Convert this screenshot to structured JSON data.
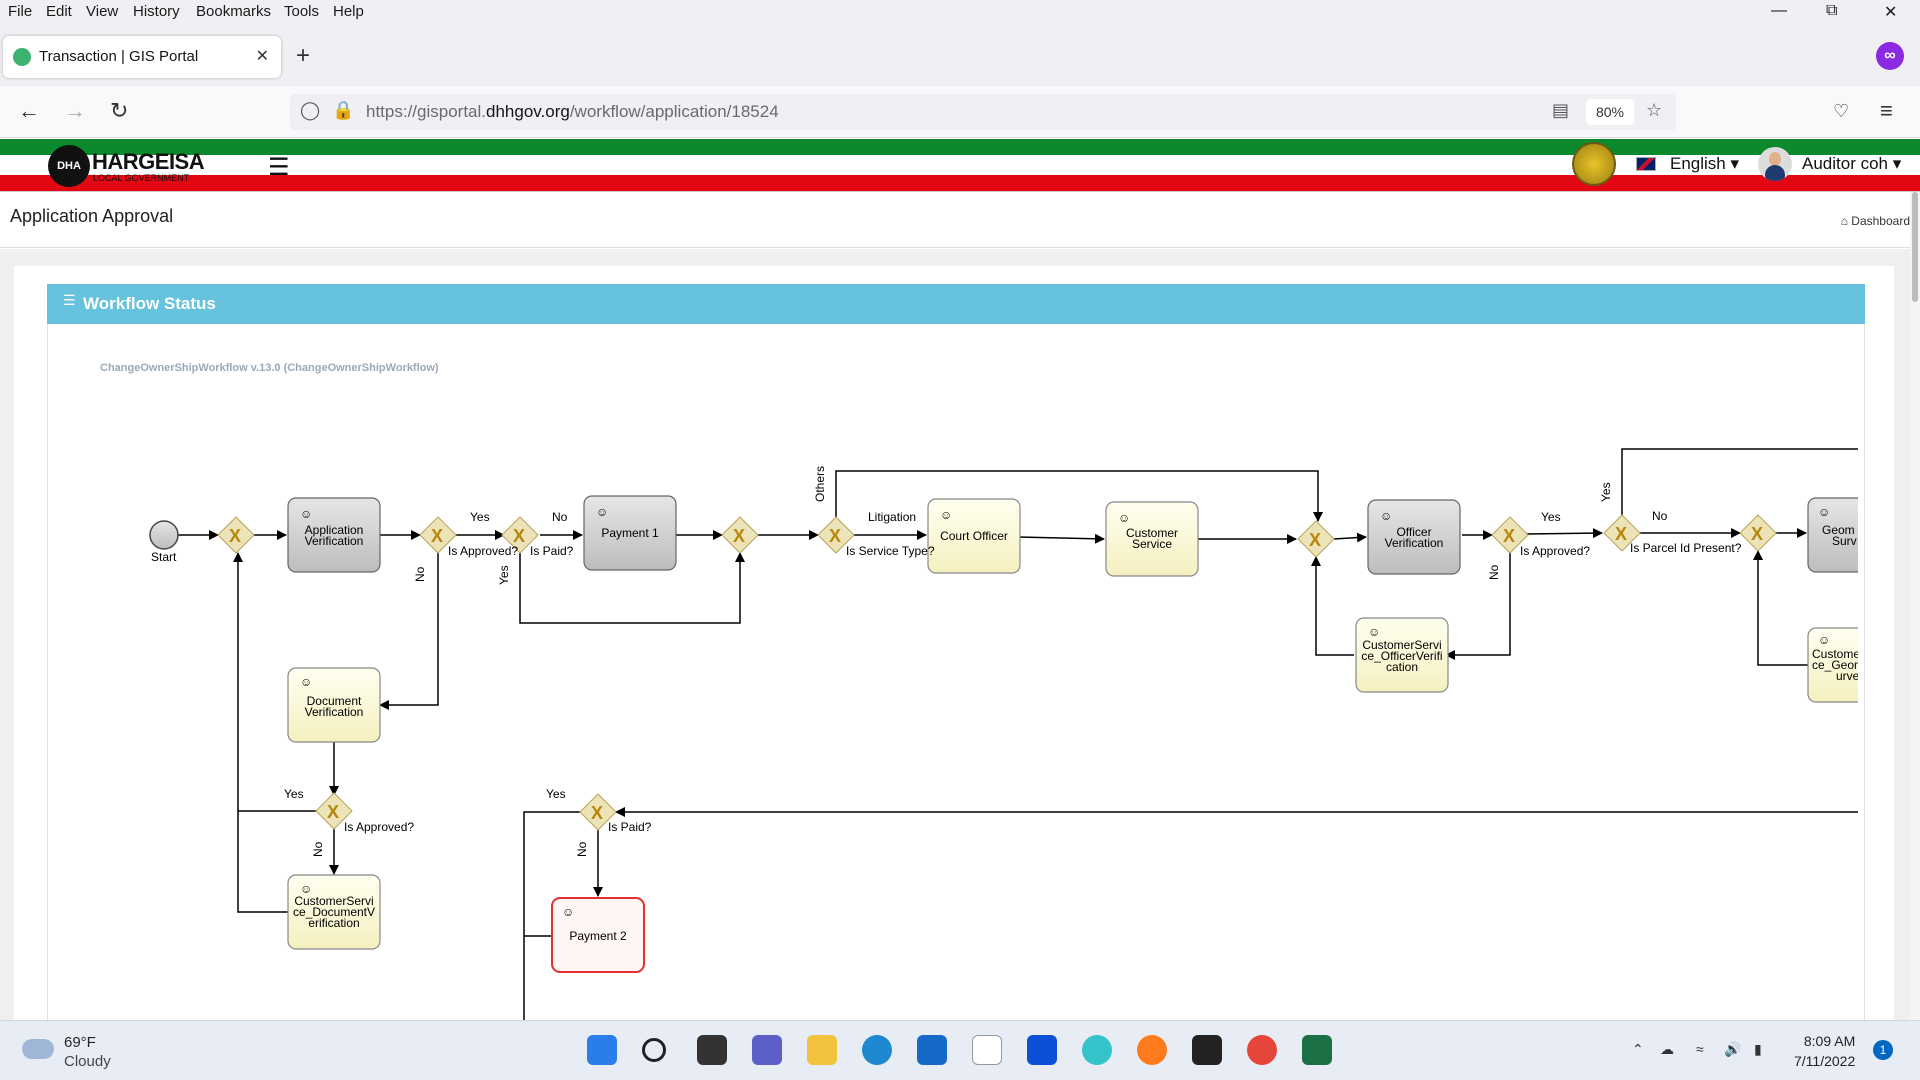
{
  "browser": {
    "menu": [
      "File",
      "Edit",
      "View",
      "History",
      "Bookmarks",
      "Tools",
      "Help"
    ],
    "tab_title": "Transaction | GIS Portal",
    "url_prefix": "https://gisportal.",
    "url_domain": "dhhgov.org",
    "url_path": "/workflow/application/18524",
    "zoom": "80%"
  },
  "site": {
    "logo_title": "HARGEISA",
    "logo_subtitle": "LOCAL GOVERNMENT",
    "logo_badge": "DHA",
    "language": "English",
    "user": "Auditor coh"
  },
  "page": {
    "title": "Application Approval",
    "breadcrumb": "Dashboard",
    "panel_title": "Workflow Status",
    "workflow_name": "ChangeOwnerShipWorkflow v.13.0 (ChangeOwnerShipWorkflow)"
  },
  "diagram": {
    "start": "Start",
    "tasks": {
      "application_verification": [
        "Application",
        "Verification"
      ],
      "payment1": [
        "Payment 1"
      ],
      "court_officer": [
        "Court Officer"
      ],
      "customer_service": [
        "Customer",
        "Service"
      ],
      "officer_verification": [
        "Officer",
        "Verification"
      ],
      "cs_officer_verification": [
        "CustomerServi",
        "ce_OfficerVerifi",
        "cation"
      ],
      "geom_survey": [
        "Geom",
        "Surv"
      ],
      "cs_geom_survey": [
        "Custome",
        "ce_Geor",
        "urve"
      ],
      "document_verification": [
        "Document",
        "Verification"
      ],
      "cs_document_verification": [
        "CustomerServi",
        "ce_DocumentV",
        "erification"
      ],
      "payment2": [
        "Payment 2"
      ]
    },
    "labels": {
      "yes": "Yes",
      "no": "No",
      "others": "Others",
      "litigation": "Litigation",
      "is_approved": "Is Approved?",
      "is_paid": "Is Paid?",
      "is_service_type": "Is Service Type?",
      "is_parcel_id_present": "Is Parcel Id Present?"
    }
  },
  "taskbar": {
    "temperature": "69°F",
    "condition": "Cloudy",
    "time": "8:09 AM",
    "date": "7/11/2022",
    "notifications": "1"
  }
}
